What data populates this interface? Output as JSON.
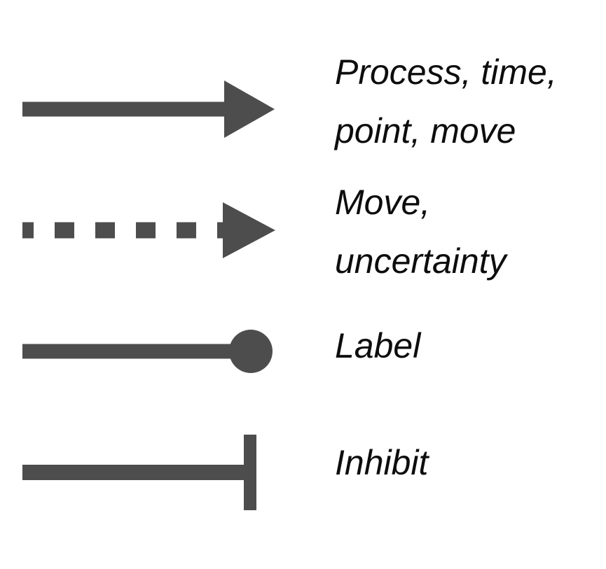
{
  "legend": {
    "items": [
      {
        "icon": "solid-arrow-icon",
        "meaning": "Process, time, point, move",
        "label": "Process, time,\npoint, move"
      },
      {
        "icon": "dashed-arrow-icon",
        "meaning": "Move, uncertainty",
        "label": "Move,\nuncertainty"
      },
      {
        "icon": "circle-terminal-icon",
        "meaning": "Label",
        "label": "Label"
      },
      {
        "icon": "t-bar-icon",
        "meaning": "Inhibit",
        "label": "Inhibit"
      }
    ],
    "colors": {
      "symbol": "#4d4d4d",
      "text": "#0d0d0d",
      "background": "#ffffff"
    }
  }
}
